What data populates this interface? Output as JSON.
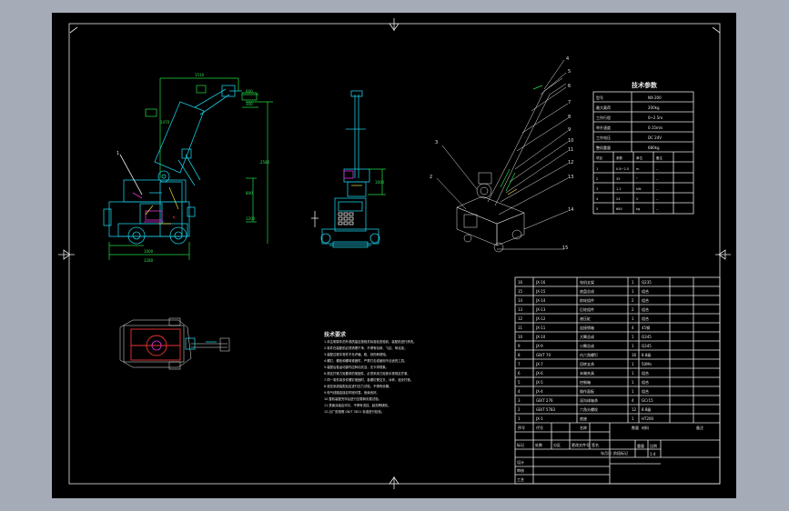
{
  "colors": {
    "background": "#a6acb7",
    "sheet": "#000000",
    "line": "#e8e8e8",
    "part": "#18c8e0",
    "dimension": "#22dd44",
    "accent": "#dd33dd"
  },
  "params": {
    "title": "技术参数",
    "rows": [
      [
        "型号",
        "NX-200"
      ],
      [
        "最大载荷",
        "200kg"
      ],
      [
        "工作行程",
        "0~2.5m"
      ],
      [
        "举升速度",
        "0.15m/s"
      ],
      [
        "工作电压",
        "DC 24V"
      ],
      [
        "整机重量",
        "680kg"
      ]
    ],
    "sub_header": [
      "项目",
      "参数",
      "单位",
      "备注"
    ],
    "sub_rows": [
      [
        "1",
        "0.8~2.5",
        "m",
        "--"
      ],
      [
        "2",
        "35",
        "°",
        "--"
      ],
      [
        "3",
        "1.2",
        "kW",
        "--"
      ],
      [
        "4",
        "24",
        "V",
        "--"
      ],
      [
        "5",
        "680",
        "kg",
        "--"
      ]
    ]
  },
  "leaders": [
    "1",
    "2",
    "3",
    "4",
    "5",
    "6",
    "7",
    "8",
    "9",
    "10",
    "11",
    "12",
    "13",
    "14",
    "15"
  ],
  "dims": [
    "1510",
    "1000",
    "2580",
    "1280",
    "600",
    "300",
    "800",
    "1200",
    "1470",
    "1600"
  ],
  "notes": {
    "title": "技术要求",
    "lines": [
      "1.未注明零件的外观质量应按相关标准检查验收，装配前进行清洗。",
      "2.零件在装配前必须清理干净，不得有毛刺、飞边、氧化皮。",
      "3.装配过程中零件不允许磕、碰、划伤和锈蚀。",
      "4.螺钉、螺栓和螺母紧固时，严禁打击或使用不合适的工具。",
      "5.装配后各运动部件应转动灵活，无卡滞现象。",
      "6.规定拧紧力矩要求的紧固件，必须采用力矩扳手按规定拧紧。",
      "7.同一零件用多件螺钉紧固时，各螺钉需交叉、对称、逐步拧紧。",
      "8.液压系统装配后应进行压力试验，不得有渗漏。",
      "9.电气线路连接应牢固可靠，绝缘良好。",
      "10.整机装配完毕后进行空载和负载试验。",
      "11.表面涂装应均匀，不得有流挂、起泡等缺陷。",
      "12.出厂前按照 GB/T 3811 标准进行检验。"
    ]
  },
  "bom": {
    "rows": [
      [
        "16",
        "JX-16",
        "电机支架",
        "1",
        "Q235",
        ""
      ],
      [
        "15",
        "JX-15",
        "底盘总成",
        "1",
        "组合",
        ""
      ],
      [
        "14",
        "JX-14",
        "前轮组件",
        "2",
        "组合",
        ""
      ],
      [
        "13",
        "JX-13",
        "后轮组件",
        "2",
        "组合",
        ""
      ],
      [
        "12",
        "JX-12",
        "液压缸",
        "1",
        "组合",
        ""
      ],
      [
        "11",
        "JX-11",
        "连接销轴",
        "4",
        "45钢",
        ""
      ],
      [
        "10",
        "JX-10",
        "大臂总成",
        "1",
        "Q345",
        ""
      ],
      [
        "9",
        "JX-9",
        "小臂总成",
        "1",
        "Q345",
        ""
      ],
      [
        "8",
        "GB/T 70",
        "内六角螺钉",
        "16",
        "8.8级",
        ""
      ],
      [
        "7",
        "JX-7",
        "回转支承",
        "1",
        "50Mn",
        ""
      ],
      [
        "6",
        "JX-6",
        "末端夹具",
        "1",
        "组合",
        ""
      ],
      [
        "5",
        "JX-5",
        "控制箱",
        "1",
        "组合",
        ""
      ],
      [
        "4",
        "JX-4",
        "操作面板",
        "1",
        "组合",
        ""
      ],
      [
        "3",
        "GB/T 276",
        "深沟球轴承",
        "4",
        "GCr15",
        ""
      ],
      [
        "2",
        "GB/T 5783",
        "六角头螺栓",
        "12",
        "8.8级",
        ""
      ],
      [
        "1",
        "JX-1",
        "底座",
        "1",
        "HT200",
        ""
      ]
    ],
    "header": [
      "序号",
      "代号",
      "名称",
      "数量",
      "材料",
      "备注"
    ]
  },
  "title_block": {
    "labels": [
      "标记",
      "处数",
      "分区",
      "更改文件号",
      "签名",
      "年月日"
    ],
    "roles": [
      "设计",
      "审核",
      "工艺"
    ],
    "stage": "阶段标记",
    "weight": "重量",
    "scale": "比例",
    "scale_value": "1:4"
  }
}
